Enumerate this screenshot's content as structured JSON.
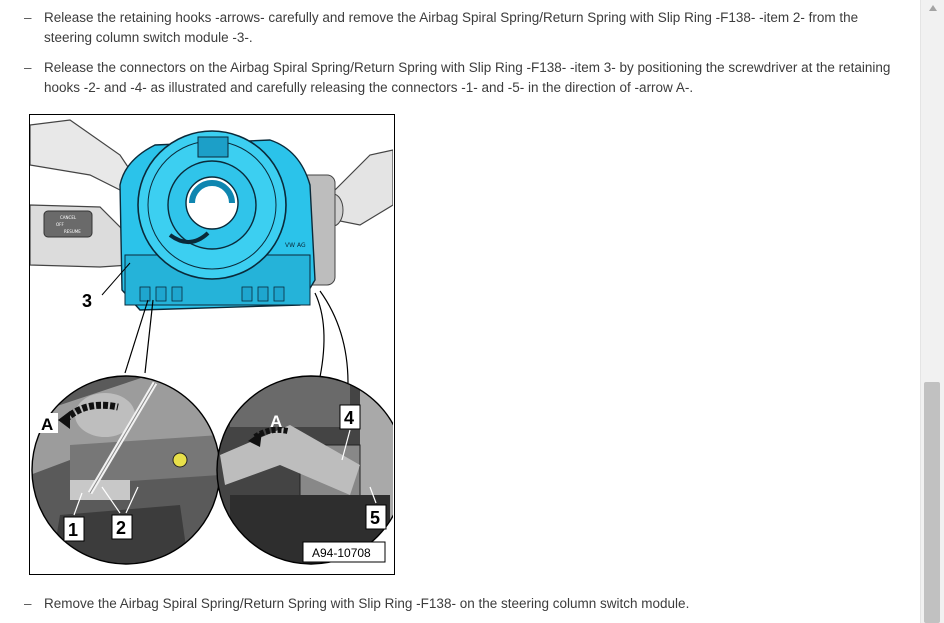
{
  "steps": [
    {
      "bullet": "–",
      "text": "Release the retaining hooks -arrows- carefully and remove the Airbag Spiral Spring/Return Spring with Slip Ring -F138- -item 2- from the steering column switch module -3-."
    },
    {
      "bullet": "–",
      "text": "Release the connectors on the Airbag Spiral Spring/Return Spring with Slip Ring -F138- -item 3- by positioning the screwdriver at the retaining hooks -2- and -4- as illustrated and carefully releasing the connectors -1- and -5- in the direction of -arrow A-."
    },
    {
      "bullet": "–",
      "text": "Remove the Airbag Spiral Spring/Return Spring with Slip Ring -F138- on the steering column switch module."
    }
  ],
  "figure": {
    "id_label": "A94-10708",
    "callouts": {
      "item1": "1",
      "item2": "2",
      "item3": "3",
      "item4": "4",
      "item5": "5",
      "arrow_left": "A",
      "arrow_right": "A"
    },
    "switch_labels": {
      "cancel": "CANCEL",
      "off": "OFF",
      "resume": "RESUME",
      "vw": "VW AG"
    },
    "colors": {
      "module": "#2bc3ea",
      "module_dark": "#0f86b0",
      "outline": "#0a2a3a"
    }
  },
  "scrollbar": {
    "up_icon": "triangle-up",
    "down_icon": "triangle-down"
  }
}
